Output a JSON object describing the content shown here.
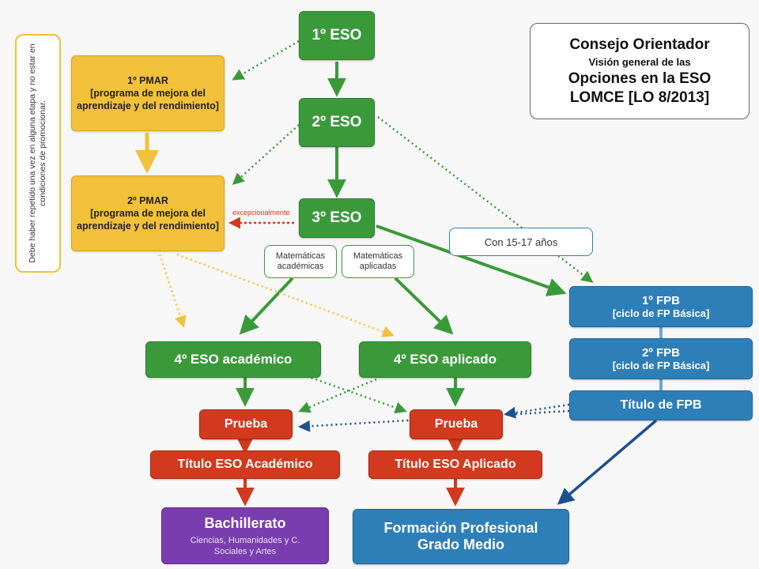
{
  "title_box": {
    "line1": "Consejo Orientador",
    "line2": "Visión general de las",
    "line3": "Opciones en la ESO",
    "line4": "LOMCE [LO 8/2013]"
  },
  "side_note": "Debe haber repetido una vez en alguna etapa y no estar en condiciones de promocionar.",
  "eso": {
    "first": "1º ESO",
    "second": "2º ESO",
    "third": "3º ESO"
  },
  "pmar1": {
    "line1": "1º PMAR",
    "line2": "[programa de mejora del aprendizaje y del rendimiento]"
  },
  "pmar2": {
    "line1": "2º PMAR",
    "line2": "[programa de mejora del aprendizaje y del rendimiento]"
  },
  "excepcional": "excepcionalmente",
  "mat_academicas": "Matemáticas académicas",
  "mat_aplicadas": "Matemáticas aplicadas",
  "con_15_17": "Con 15-17 años",
  "fpb1": {
    "line1": "1º FPB",
    "line2": "[ciclo de FP Básica]"
  },
  "fpb2": {
    "line1": "2º FPB",
    "line2": "[ciclo de FP Básica]"
  },
  "titulo_fpb": "Título de FPB",
  "eso4_academico": "4º ESO académico",
  "eso4_aplicado": "4º ESO aplicado",
  "prueba_left": "Prueba",
  "prueba_right": "Prueba",
  "titulo_academico": "Título ESO Académico",
  "titulo_aplicado": "Título ESO Aplicado",
  "bachillerato": {
    "title": "Bachillerato",
    "sub": "Ciencias, Humanidades y C. Sociales y Artes"
  },
  "fp_medio": {
    "line1": "Formación Profesional",
    "line2": "Grado Medio"
  },
  "colors": {
    "green": "#3a9a3a",
    "yellow": "#f2c03a",
    "red": "#d13a1f",
    "blue": "#2e7fb8",
    "purple": "#7a3db0",
    "navy": "#1f4f8f"
  }
}
